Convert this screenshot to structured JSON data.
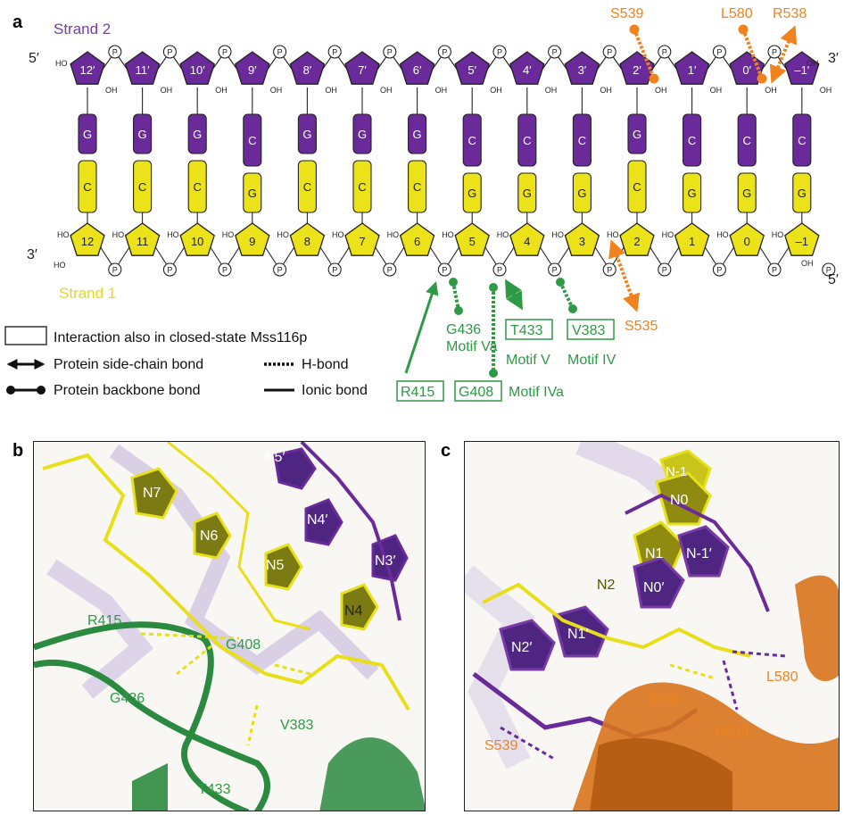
{
  "panels": {
    "a": "a",
    "b": "b",
    "c": "c"
  },
  "strand2": {
    "label": "Strand 2",
    "end5": "5′",
    "end3": "3′",
    "nucleotides": [
      "12′",
      "11′",
      "10′",
      "9′",
      "8′",
      "7′",
      "6′",
      "5′",
      "4′",
      "3′",
      "2′",
      "1′",
      "0′",
      "–1′"
    ],
    "bases": [
      "G",
      "G",
      "G",
      "C",
      "G",
      "G",
      "G",
      "C",
      "C",
      "C",
      "G",
      "C",
      "C",
      "C"
    ]
  },
  "strand1": {
    "label": "Strand 1",
    "end3": "3′",
    "end5": "5′",
    "nucleotides": [
      "12",
      "11",
      "10",
      "9",
      "8",
      "7",
      "6",
      "5",
      "4",
      "3",
      "2",
      "1",
      "0",
      "–1"
    ],
    "bases": [
      "C",
      "C",
      "C",
      "G",
      "C",
      "C",
      "C",
      "G",
      "G",
      "G",
      "C",
      "G",
      "G",
      "G"
    ]
  },
  "common": {
    "phosphate": "P",
    "oh": "OH",
    "ho": "HO"
  },
  "residues_orange_top": [
    "S539",
    "L580",
    "R538"
  ],
  "residues_orange_bottom": "S535",
  "residues_green": {
    "g436": "G436",
    "motif_va": "Motif Va",
    "t433": "T433",
    "motif_v": "Motif V",
    "v383": "V383",
    "motif_iv": "Motif IV",
    "r415": "R415",
    "g408": "G408",
    "motif_iva": "Motif IVa"
  },
  "legend": {
    "closed_state": "Interaction also in closed-state Mss116p",
    "side_chain": "Protein side-chain bond",
    "hbond": "H-bond",
    "backbone": "Protein backbone bond",
    "ionic": "Ionic bond"
  },
  "panel_b_labels": {
    "n7": "N7",
    "n5p": "N5′",
    "n6": "N6",
    "n4p": "N4′",
    "n5": "N5",
    "n3p": "N3′",
    "n4": "N4",
    "r415": "R415",
    "g408": "G408",
    "g436": "G436",
    "v383": "V383",
    "t433": "T433"
  },
  "panel_c_labels": {
    "nm1": "N-1",
    "n0": "N0",
    "n1": "N1",
    "nm1p": "N-1′",
    "n2": "N2",
    "n0p": "N0′",
    "n2p": "N2′",
    "n1p": "N1′",
    "s535": "S535",
    "l580": "L580",
    "r538": "R538",
    "s539": "S539"
  },
  "colors": {
    "purple": "#6a2a9a",
    "yellow": "#ece21a",
    "green": "#2e9a45",
    "orange": "#f0831e",
    "dark_green": "#267a3a",
    "orange_dark": "#c9661a"
  }
}
